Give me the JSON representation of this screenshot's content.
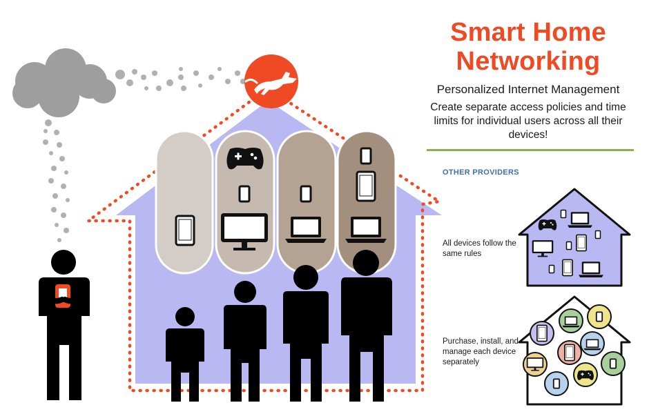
{
  "header": {
    "title_line1": "Smart Home",
    "title_line2": "Networking",
    "subtitle": "Personalized Internet Management",
    "description": "Create separate access policies and time limits for individual users across all their devices!"
  },
  "comparison": {
    "heading": "OTHER PROVIDERS",
    "case1": "All devices follow the same rules",
    "case2": "Purchase, install, and manage each device separately"
  },
  "colors": {
    "brand_orange": "#ef4a23",
    "house_fill": "#b9b8f2",
    "divider_green": "#8bb24c",
    "heading_blue": "#3d6fb6",
    "cloud_gray": "#9e9e9e"
  },
  "icons": {
    "logo": "dog-logo-icon",
    "cloud": "cloud-icon",
    "gamepad": "gamepad-icon",
    "tablet": "tablet-icon",
    "phone": "phone-icon",
    "monitor": "monitor-icon",
    "laptop": "laptop-icon",
    "person": "person-icon"
  }
}
